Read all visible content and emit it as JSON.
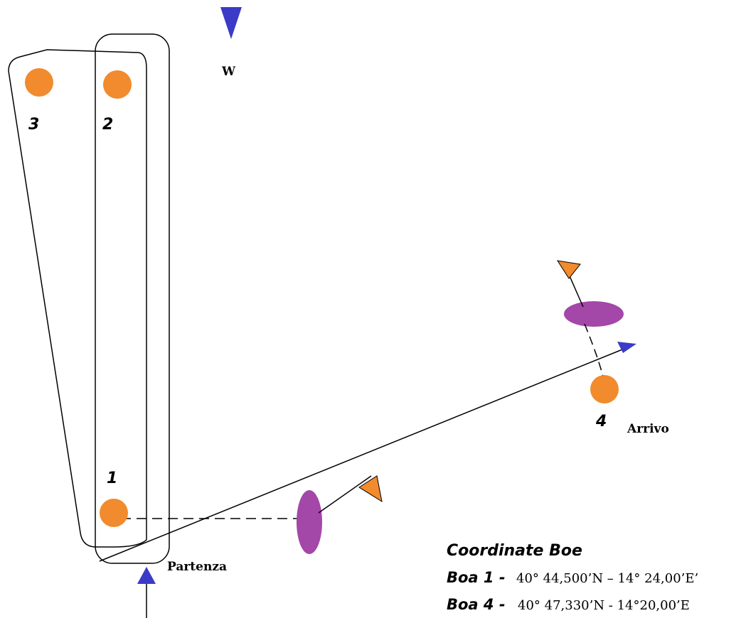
{
  "wind": {
    "label": "W"
  },
  "buoys": [
    {
      "id": "1",
      "label": "1"
    },
    {
      "id": "2",
      "label": "2"
    },
    {
      "id": "3",
      "label": "3"
    },
    {
      "id": "4",
      "label": "4"
    }
  ],
  "start": {
    "label": "Partenza"
  },
  "finish": {
    "label": "Arrivo"
  },
  "coordinates": {
    "title": "Coordinate Boe",
    "rows": [
      {
        "key": "Boa 1 -",
        "value": "40° 44,500’N – 14° 24,00’E’"
      },
      {
        "key": "Boa 4 -",
        "value": "40° 47,330’N  - 14°20,00’E"
      }
    ]
  },
  "colors": {
    "buoy": "#f28a2e",
    "committee_boat": "#a347a8",
    "flag": "#f28a2e",
    "arrow": "#3b3bc8",
    "line": "#000000"
  }
}
